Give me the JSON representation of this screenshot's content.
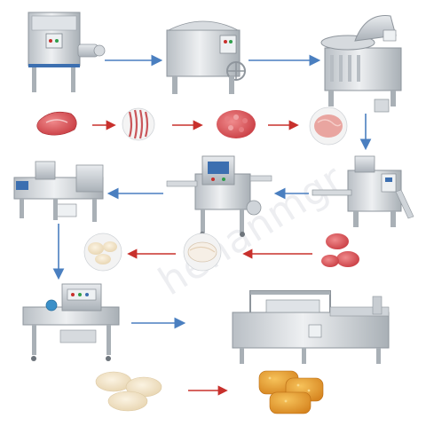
{
  "diagram": {
    "watermark_text": "henanmgr",
    "colors": {
      "arrow_blue": "#4a7fc0",
      "arrow_red": "#c8302c",
      "steel": "#c9ced4",
      "steel_dark": "#8e959c",
      "panel_blue": "#3c6fb0",
      "meat_red": "#d9565a",
      "crumb": "#f2e3c6",
      "fried": "#e39a2c"
    },
    "machines": [
      {
        "id": "meat-grinder",
        "icon": "grinder-machine-icon"
      },
      {
        "id": "vacuum-mixer",
        "icon": "mixer-machine-icon"
      },
      {
        "id": "bowl-chopper",
        "icon": "chopper-machine-icon"
      },
      {
        "id": "patty-forming-machine",
        "icon": "forming-machine-icon"
      },
      {
        "id": "batter-machine",
        "icon": "batter-machine-icon"
      },
      {
        "id": "breading-machine",
        "icon": "breading-machine-icon"
      },
      {
        "id": "coating-machine",
        "icon": "coating-machine-icon"
      },
      {
        "id": "continuous-fryer",
        "icon": "fryer-machine-icon"
      }
    ],
    "products": [
      {
        "id": "raw-meat",
        "icon": "raw-meat-icon"
      },
      {
        "id": "minced-meat-strands",
        "icon": "minced-meat-icon"
      },
      {
        "id": "ground-meat",
        "icon": "ground-meat-icon"
      },
      {
        "id": "chopped-paste",
        "icon": "meat-paste-icon"
      },
      {
        "id": "formed-patties",
        "icon": "patty-icon"
      },
      {
        "id": "battered-patty",
        "icon": "battered-patty-icon"
      },
      {
        "id": "breaded-nuggets",
        "icon": "breaded-nugget-icon"
      },
      {
        "id": "coated-patties",
        "icon": "coated-patty-icon"
      },
      {
        "id": "fried-nuggets",
        "icon": "fried-nugget-icon"
      }
    ]
  }
}
